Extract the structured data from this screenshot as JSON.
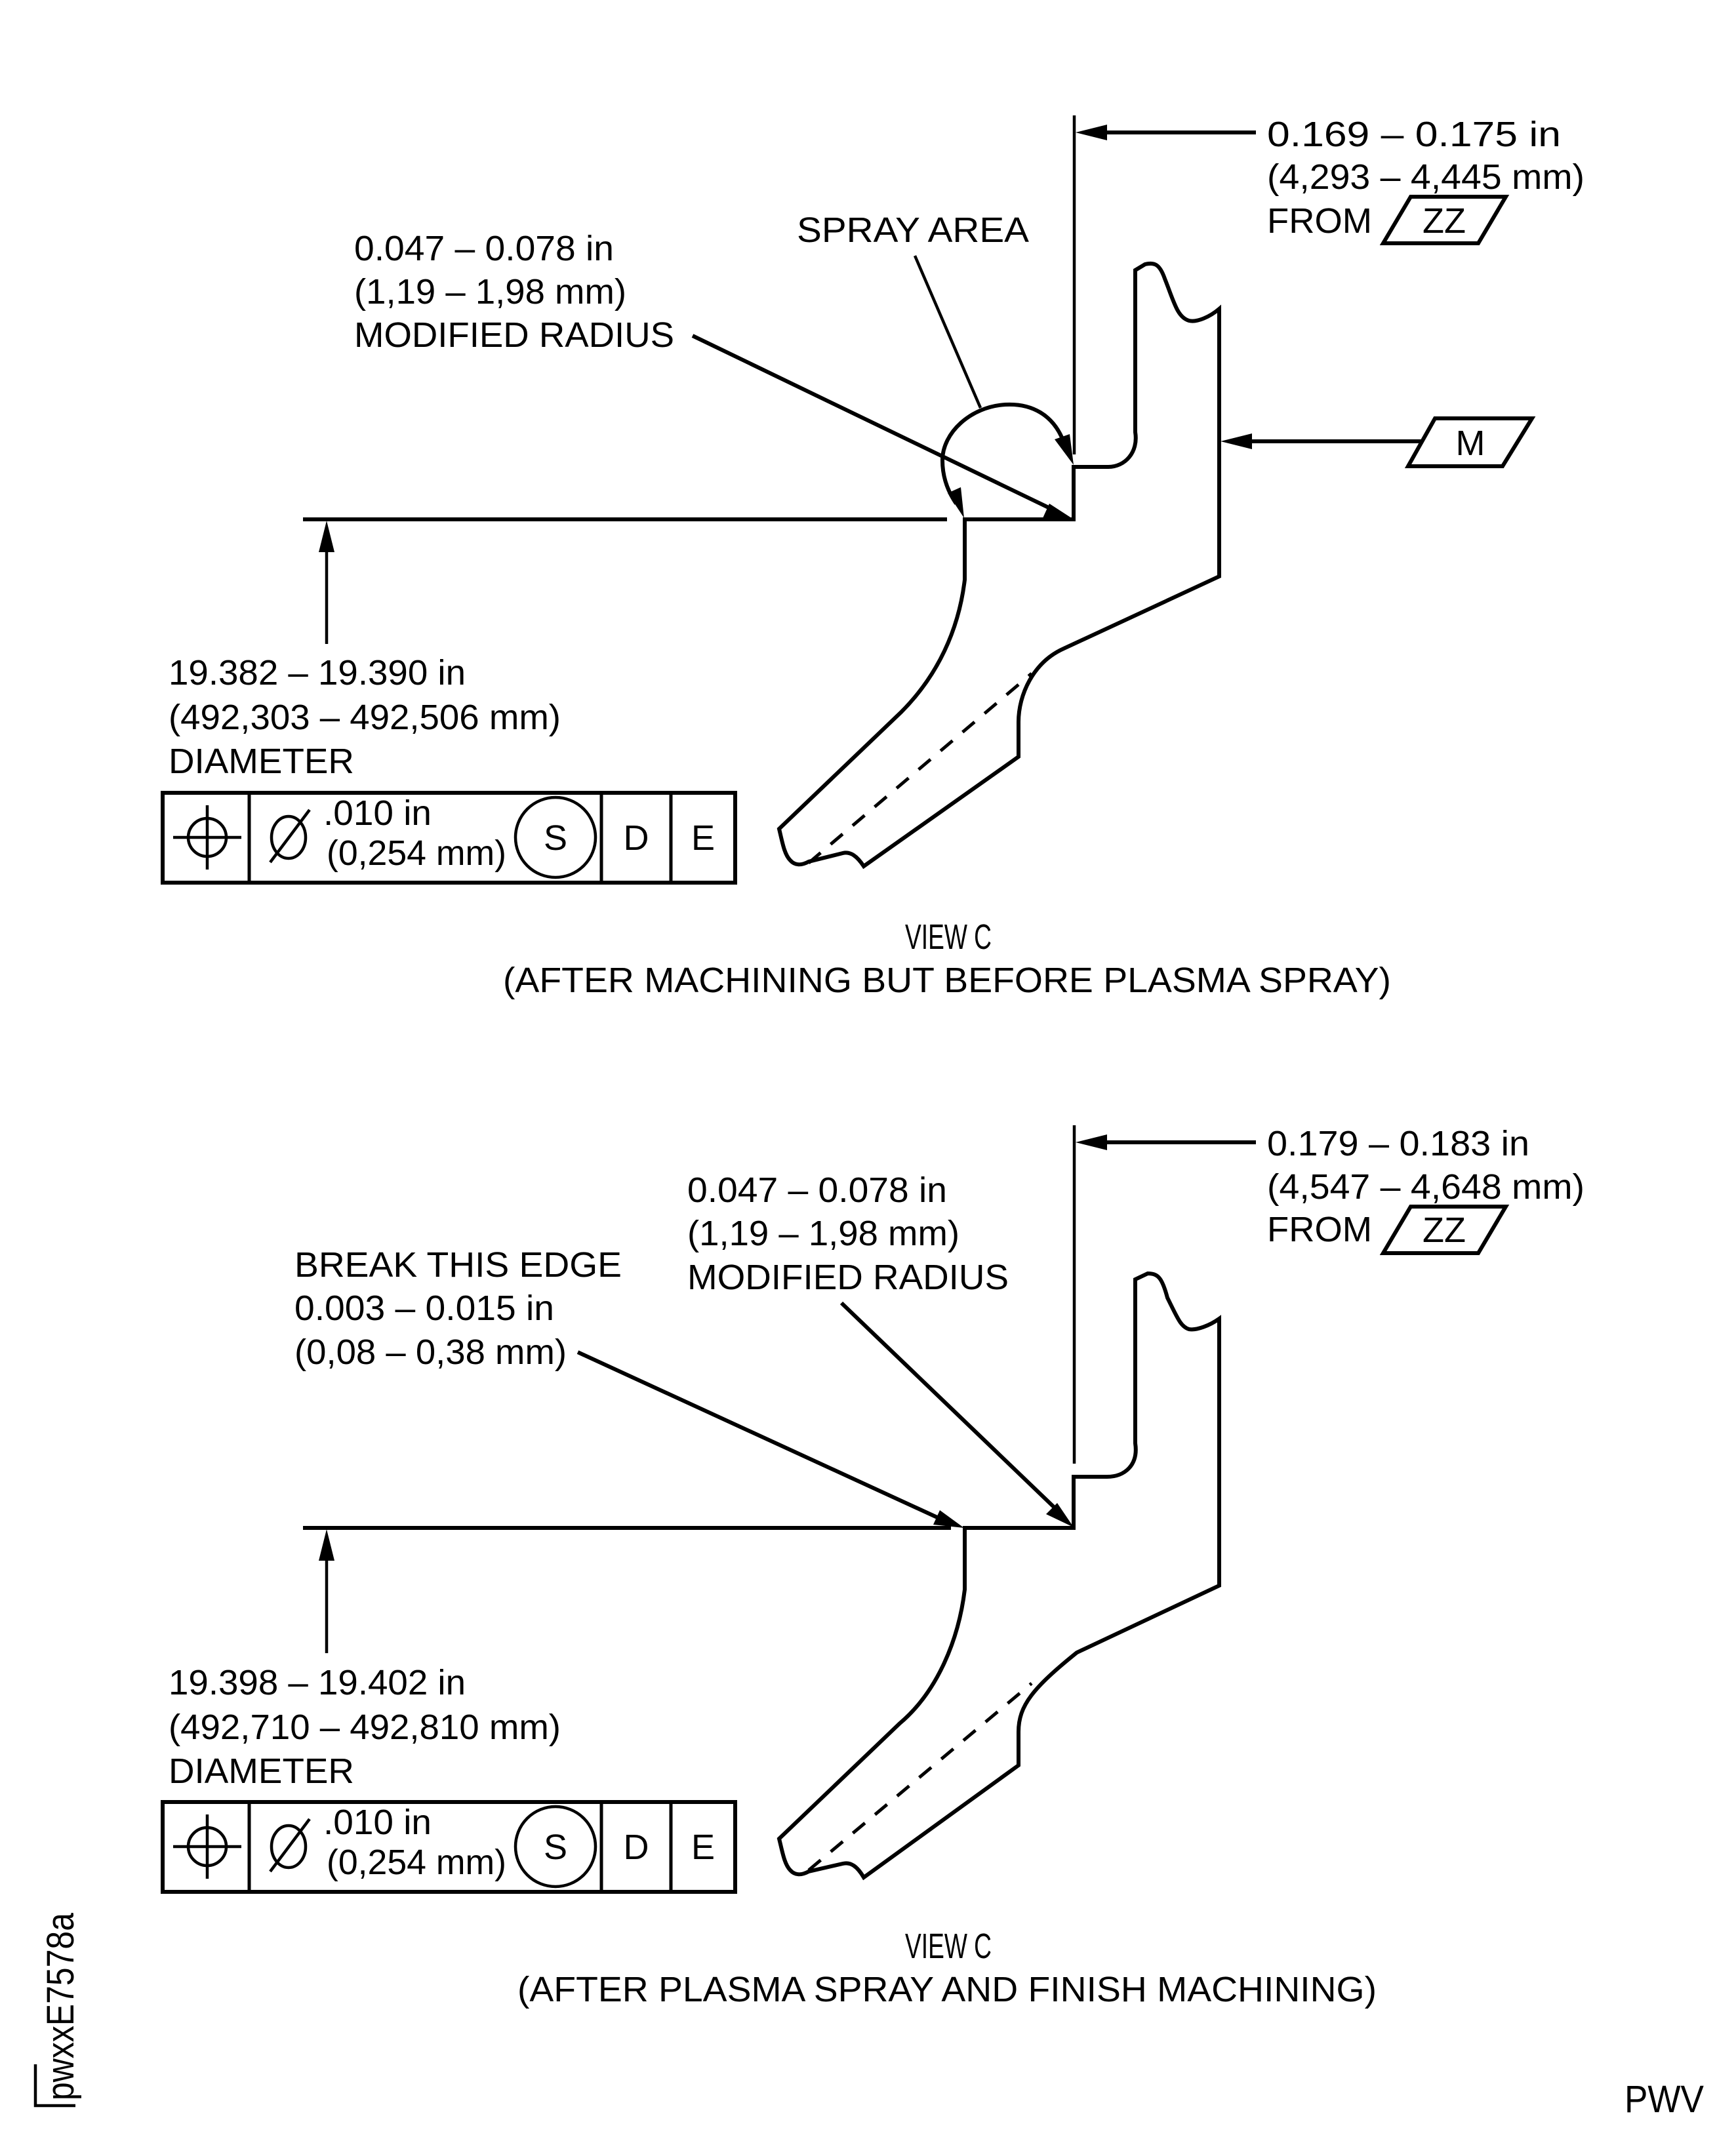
{
  "drawing_id": "pwxxE7578a",
  "corner_code": "PWV",
  "views": [
    {
      "id": "before-spray",
      "title": "VIEW C",
      "subtitle": "(AFTER MACHINING BUT BEFORE PLASMA SPRAY)",
      "step_dim": {
        "line1": "0.169 – 0.175 in",
        "line2": "(4,293 – 4,445 mm)",
        "from_label": "FROM",
        "datum": "ZZ"
      },
      "datum_m": "M",
      "radius_note": {
        "line1": "0.047 – 0.078 in",
        "line2": "(1,19 – 1,98 mm)",
        "line3": "MODIFIED RADIUS"
      },
      "spray_label": "SPRAY AREA",
      "diameter": {
        "line1": "19.382 – 19.390 in",
        "line2": "(492,303 – 492,506 mm)",
        "line3": "DIAMETER"
      },
      "fcf": {
        "symbol": "position",
        "diameter_symbol": "∅",
        "tol_in": ".010 in",
        "tol_mm": "(0,254 mm)",
        "modifier": "S",
        "datum_1": "D",
        "datum_2": "E"
      }
    },
    {
      "id": "after-spray",
      "title": "VIEW C",
      "subtitle": "(AFTER PLASMA SPRAY AND FINISH MACHINING)",
      "step_dim": {
        "line1": "0.179 – 0.183 in",
        "line2": "(4,547 – 4,648 mm)",
        "from_label": "FROM",
        "datum": "ZZ"
      },
      "radius_note": {
        "line1": "0.047 – 0.078 in",
        "line2": "(1,19 – 1,98 mm)",
        "line3": "MODIFIED RADIUS"
      },
      "break_edge": {
        "line1": "BREAK THIS EDGE",
        "line2": "0.003 – 0.015 in",
        "line3": "(0,08 – 0,38 mm)"
      },
      "diameter": {
        "line1": "19.398 – 19.402 in",
        "line2": "(492,710 – 492,810 mm)",
        "line3": "DIAMETER"
      },
      "fcf": {
        "symbol": "position",
        "diameter_symbol": "∅",
        "tol_in": ".010 in",
        "tol_mm": "(0,254 mm)",
        "modifier": "S",
        "datum_1": "D",
        "datum_2": "E"
      }
    }
  ]
}
